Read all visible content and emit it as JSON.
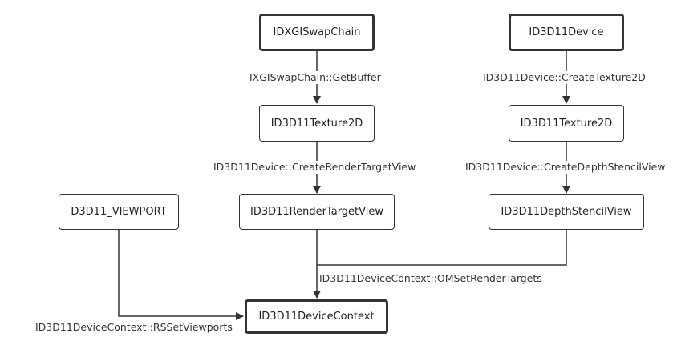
{
  "nodes": {
    "swapchain": "IDXGISwapChain",
    "device": "ID3D11Device",
    "texture_rt": "ID3D11Texture2D",
    "texture_ds": "ID3D11Texture2D",
    "viewport": "D3D11_VIEWPORT",
    "render_target_view": "ID3D11RenderTargetView",
    "depth_stencil_view": "ID3D11DepthStencilView",
    "device_context": "ID3D11DeviceContext"
  },
  "edges": {
    "get_buffer": "IXGISwapChain::GetBuffer",
    "create_texture2d": "ID3D11Device::CreateTexture2D",
    "create_render_target_view": "ID3D11Device::CreateRenderTargetView",
    "create_depth_stencil_view": "ID3D11Device::CreateDepthStencilView",
    "om_set_render_targets": "ID3D11DeviceContext::OMSetRenderTargets",
    "rs_set_viewports": "ID3D11DeviceContext::RSSetViewports"
  },
  "colors": {
    "line": "#333333",
    "box_border": "#333333",
    "text": "#222222"
  }
}
